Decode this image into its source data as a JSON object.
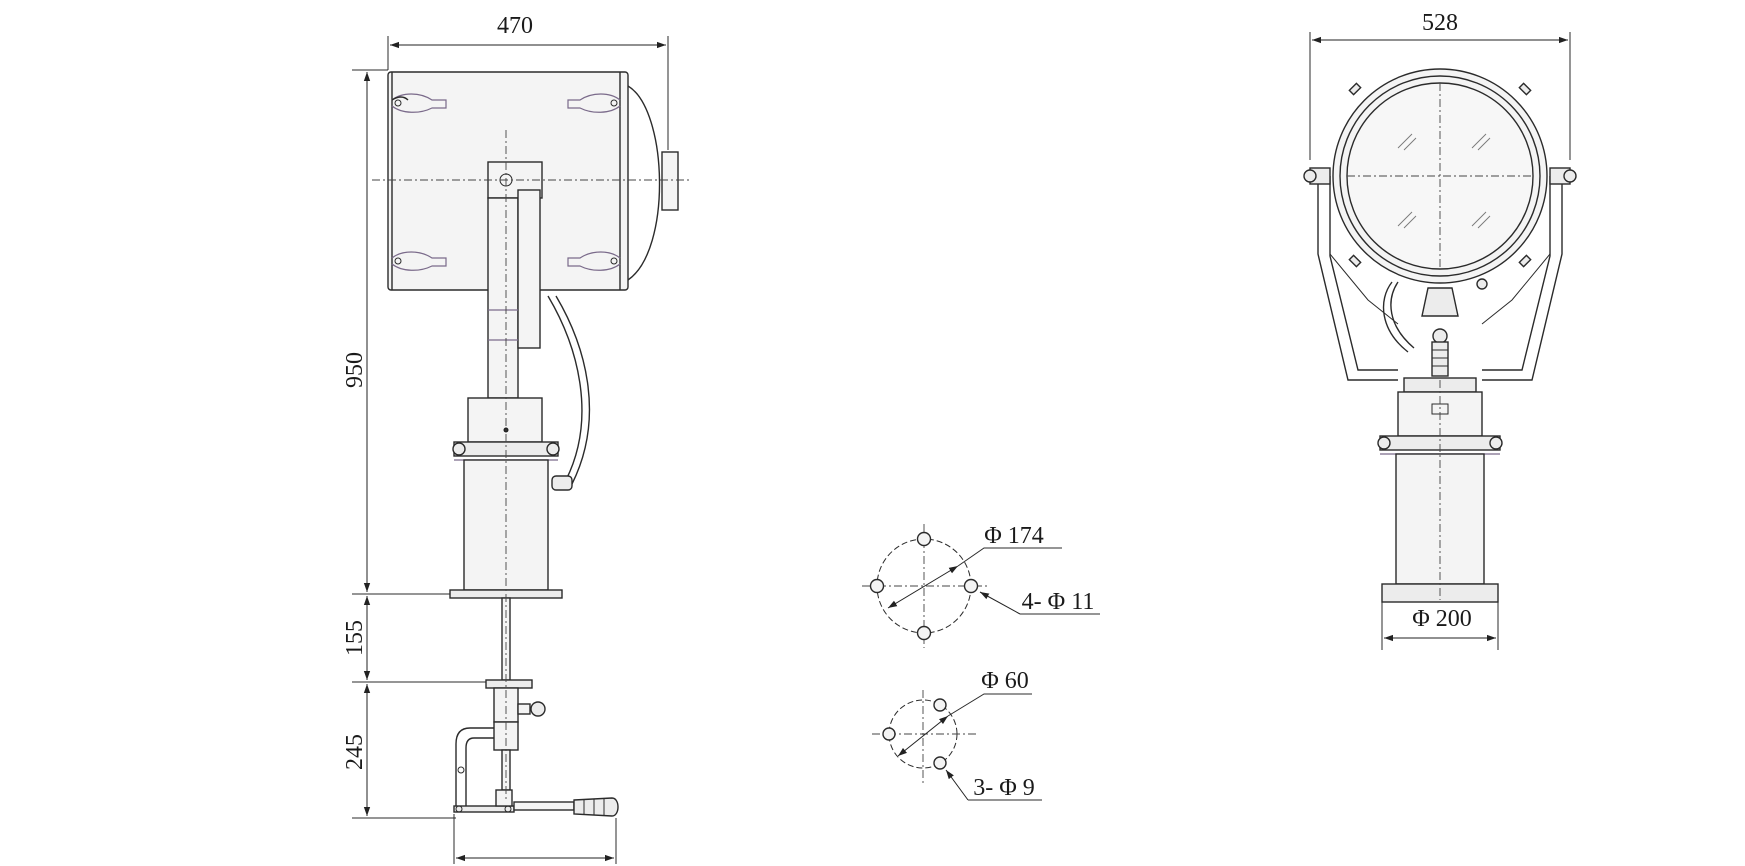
{
  "dimensions": {
    "side_width": "470",
    "side_height": "950",
    "mount_height": "155",
    "handle_height": "245",
    "front_width": "528",
    "base_diameter": "Φ 200"
  },
  "base_plate": {
    "pcd": "Φ 174",
    "holes": "4- Φ 11"
  },
  "handle_flange": {
    "pcd": "Φ 60",
    "holes": "3- Φ 9"
  }
}
